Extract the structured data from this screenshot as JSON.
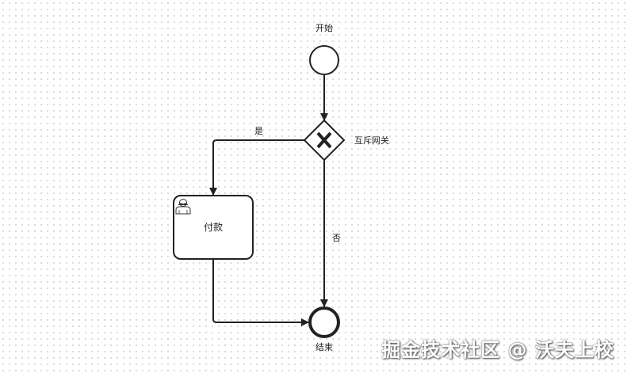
{
  "diagram": {
    "start_event": {
      "label": "开始"
    },
    "gateway": {
      "label": "互斥网关",
      "marker": "X"
    },
    "task": {
      "label": "付款",
      "icon": "user-icon"
    },
    "end_event": {
      "label": "结束"
    },
    "flows": {
      "yes_label": "是",
      "no_label": "否"
    }
  },
  "watermark": "掘金技术社区 @ 沃夫上校"
}
